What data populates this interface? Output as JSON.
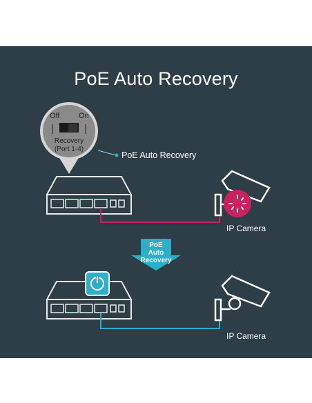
{
  "title": "PoE Auto Recovery",
  "switch_labels": {
    "off": "Off",
    "on": "On",
    "recovery_line1": "Recovery",
    "recovery_line2": "(Port 1-4)"
  },
  "feature_label": "PoE Auto Recovery",
  "arrow_label": {
    "line1": "PoE",
    "line2": "Auto",
    "line3": "Recovery"
  },
  "cameras": [
    {
      "label": "IP Camera"
    },
    {
      "label": "IP Camera"
    }
  ],
  "colors": {
    "background": "#2d3e47",
    "fault_line": "#c8235e",
    "ok_line": "#2ab0c8",
    "arrow": "#2ab0c8",
    "switch_zoom": "#8a8a8a"
  },
  "icons": [
    "toggle-switch-icon",
    "network-switch-icon",
    "ip-camera-icon",
    "loading-spinner-icon",
    "power-icon",
    "down-arrow-icon"
  ]
}
